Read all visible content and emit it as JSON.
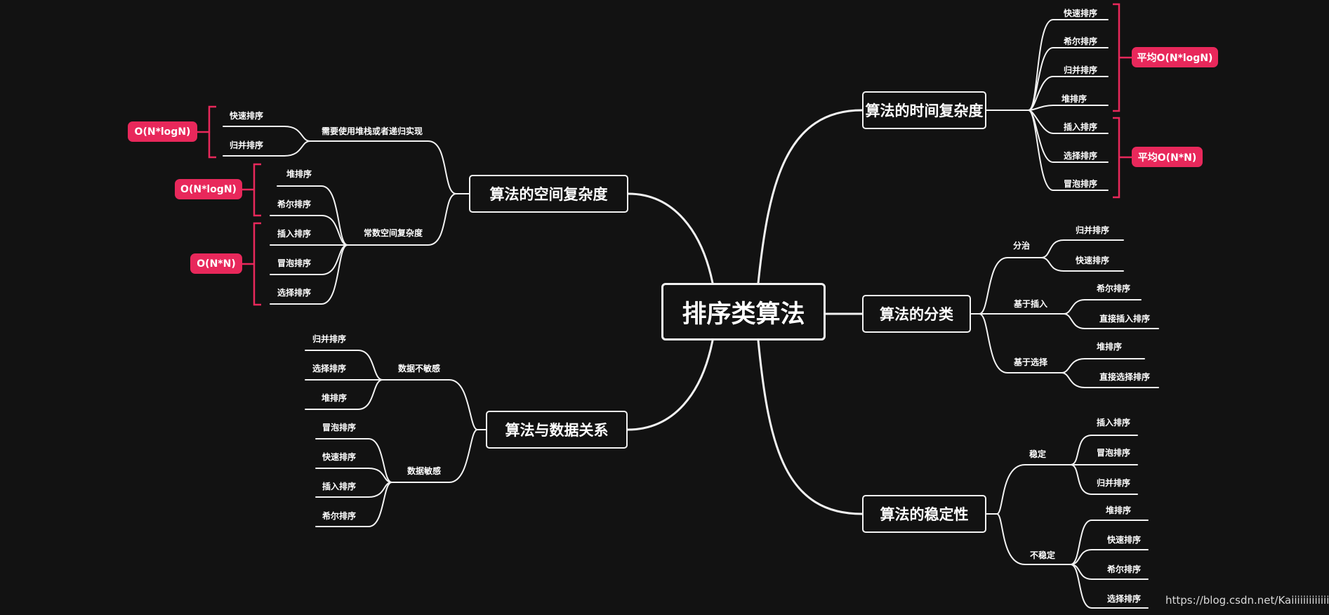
{
  "root": "排序类算法",
  "branches": {
    "time": "算法的时间复杂度",
    "classify": "算法的分类",
    "stability": "算法的稳定性",
    "space": "算法的空间复杂度",
    "data": "算法与数据关系"
  },
  "time": {
    "items": [
      "快速排序",
      "希尔排序",
      "归并排序",
      "堆排序",
      "插入排序",
      "选择排序",
      "冒泡排序"
    ],
    "tags": [
      "平均O(N*logN)",
      "平均O(N*N)"
    ]
  },
  "classify": {
    "groups": [
      {
        "label": "分治",
        "items": [
          "归并排序",
          "快速排序"
        ]
      },
      {
        "label": "基于插入",
        "items": [
          "希尔排序",
          "直接插入排序"
        ]
      },
      {
        "label": "基于选择",
        "items": [
          "堆排序",
          "直接选择排序"
        ]
      }
    ]
  },
  "stability": {
    "groups": [
      {
        "label": "稳定",
        "items": [
          "插入排序",
          "冒泡排序",
          "归并排序"
        ]
      },
      {
        "label": "不稳定",
        "items": [
          "堆排序",
          "快速排序",
          "希尔排序",
          "选择排序"
        ]
      }
    ]
  },
  "space": {
    "groups": [
      {
        "label": "需要使用堆栈或者递归实现",
        "items": [
          "快速排序",
          "归并排序"
        ]
      },
      {
        "label": "常数空间复杂度",
        "items": [
          "堆排序",
          "希尔排序",
          "插入排序",
          "冒泡排序",
          "选择排序"
        ]
      }
    ],
    "tags": [
      "O(N*logN)",
      "O(N*logN)",
      "O(N*N)"
    ]
  },
  "data": {
    "groups": [
      {
        "label": "数据不敏感",
        "items": [
          "归并排序",
          "选择排序",
          "堆排序"
        ]
      },
      {
        "label": "数据敏感",
        "items": [
          "冒泡排序",
          "快速排序",
          "插入排序",
          "希尔排序"
        ]
      }
    ]
  },
  "watermark": "https://blog.csdn.net/Kaiiiiiiiiiiiii",
  "colors": {
    "background": "#121212",
    "line": "#f2f2f2",
    "tag": "#e8285b"
  }
}
